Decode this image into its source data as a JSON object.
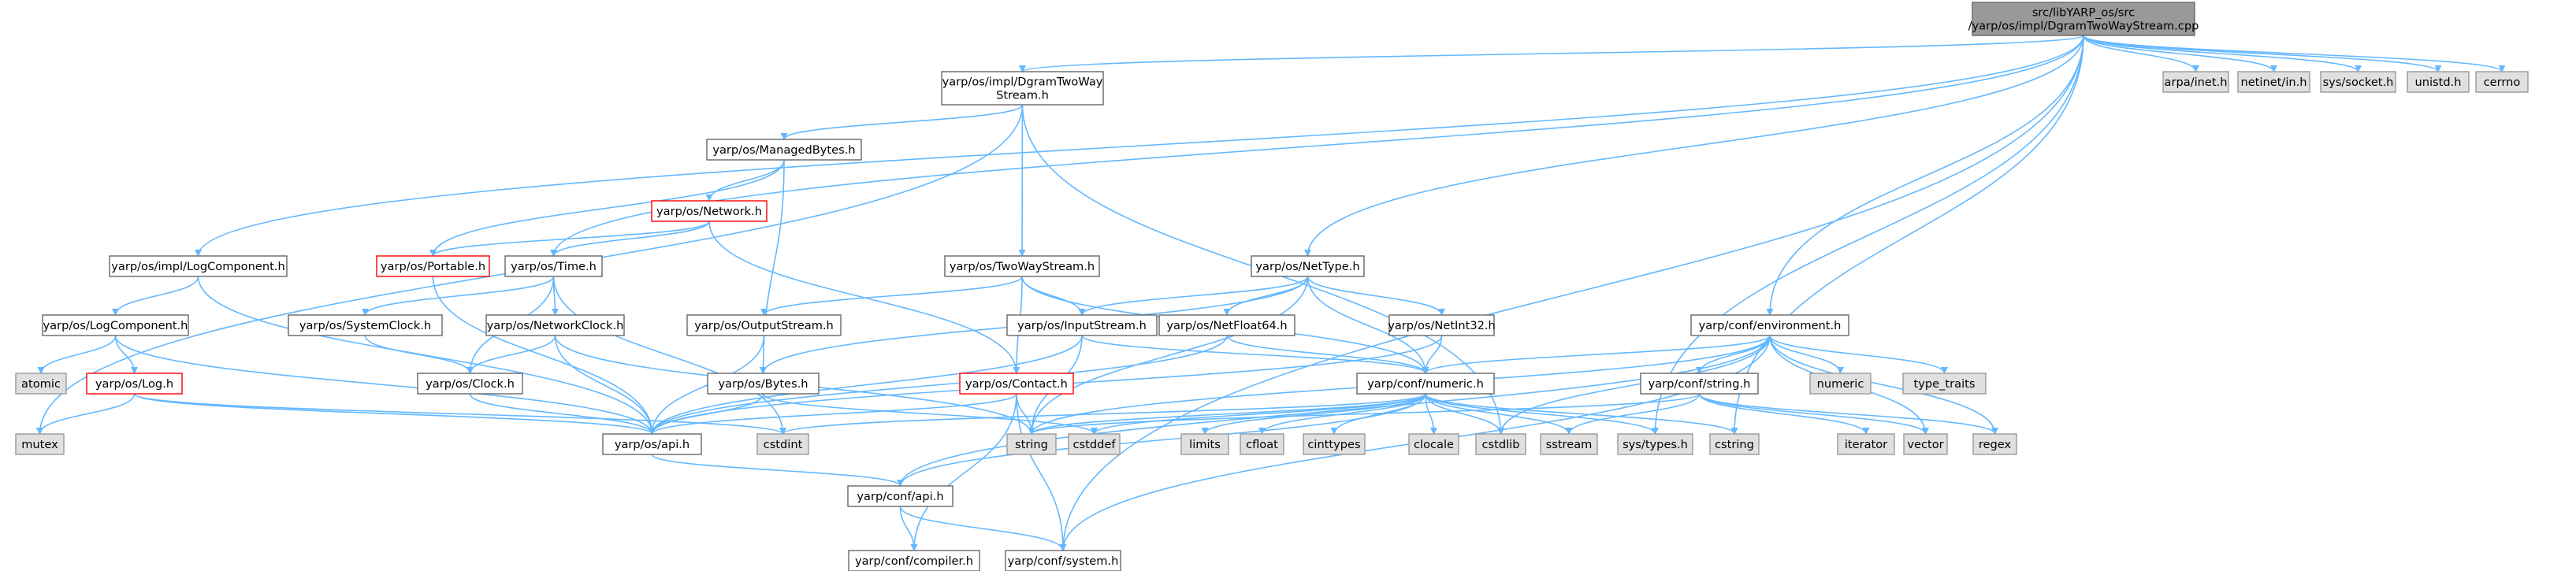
{
  "colors": {
    "edge": "#63b8ff",
    "node_fill": "#ffffff",
    "node_border": "#666666",
    "ext_fill": "#e0e0e0",
    "ext_border": "#999999",
    "root_fill": "#999999",
    "root_border": "#666666",
    "trunc_border": "#ff0000"
  },
  "graph": {
    "nodes": [
      {
        "id": "root",
        "lines": [
          "src/libYARP_os/src",
          "/yarp/os/impl/DgramTwoWayStream.cpp"
        ],
        "kind": "root"
      },
      {
        "id": "dgram_h",
        "lines": [
          "yarp/os/impl/DgramTwoWay",
          "Stream.h"
        ],
        "kind": "file"
      },
      {
        "id": "arpa",
        "lines": [
          "arpa/inet.h"
        ],
        "kind": "ext"
      },
      {
        "id": "netinet",
        "lines": [
          "netinet/in.h"
        ],
        "kind": "ext"
      },
      {
        "id": "syssocket",
        "lines": [
          "sys/socket.h"
        ],
        "kind": "ext"
      },
      {
        "id": "unistd",
        "lines": [
          "unistd.h"
        ],
        "kind": "ext"
      },
      {
        "id": "cerrno",
        "lines": [
          "cerrno"
        ],
        "kind": "ext"
      },
      {
        "id": "managedbytes",
        "lines": [
          "yarp/os/ManagedBytes.h"
        ],
        "kind": "file"
      },
      {
        "id": "network",
        "lines": [
          "yarp/os/Network.h"
        ],
        "kind": "trunc"
      },
      {
        "id": "logcomp_impl",
        "lines": [
          "yarp/os/impl/LogComponent.h"
        ],
        "kind": "file"
      },
      {
        "id": "portable",
        "lines": [
          "yarp/os/Portable.h"
        ],
        "kind": "trunc"
      },
      {
        "id": "time",
        "lines": [
          "yarp/os/Time.h"
        ],
        "kind": "file"
      },
      {
        "id": "twowaystream",
        "lines": [
          "yarp/os/TwoWayStream.h"
        ],
        "kind": "file"
      },
      {
        "id": "nettype",
        "lines": [
          "yarp/os/NetType.h"
        ],
        "kind": "file"
      },
      {
        "id": "logcomp",
        "lines": [
          "yarp/os/LogComponent.h"
        ],
        "kind": "file"
      },
      {
        "id": "sysclock",
        "lines": [
          "yarp/os/SystemClock.h"
        ],
        "kind": "file"
      },
      {
        "id": "netclock",
        "lines": [
          "yarp/os/NetworkClock.h"
        ],
        "kind": "file"
      },
      {
        "id": "outstream",
        "lines": [
          "yarp/os/OutputStream.h"
        ],
        "kind": "file"
      },
      {
        "id": "instream",
        "lines": [
          "yarp/os/InputStream.h"
        ],
        "kind": "file"
      },
      {
        "id": "netfloat64",
        "lines": [
          "yarp/os/NetFloat64.h"
        ],
        "kind": "file"
      },
      {
        "id": "netint32",
        "lines": [
          "yarp/os/NetInt32.h"
        ],
        "kind": "file"
      },
      {
        "id": "env",
        "lines": [
          "yarp/conf/environment.h"
        ],
        "kind": "file"
      },
      {
        "id": "atomic",
        "lines": [
          "atomic"
        ],
        "kind": "ext"
      },
      {
        "id": "log",
        "lines": [
          "yarp/os/Log.h"
        ],
        "kind": "trunc"
      },
      {
        "id": "clock",
        "lines": [
          "yarp/os/Clock.h"
        ],
        "kind": "file"
      },
      {
        "id": "bytes",
        "lines": [
          "yarp/os/Bytes.h"
        ],
        "kind": "file"
      },
      {
        "id": "contact",
        "lines": [
          "yarp/os/Contact.h"
        ],
        "kind": "trunc"
      },
      {
        "id": "numeric",
        "lines": [
          "yarp/conf/numeric.h"
        ],
        "kind": "file"
      },
      {
        "id": "confstring",
        "lines": [
          "yarp/conf/string.h"
        ],
        "kind": "file"
      },
      {
        "id": "numeric_std",
        "lines": [
          "numeric"
        ],
        "kind": "ext"
      },
      {
        "id": "typetraits",
        "lines": [
          "type_traits"
        ],
        "kind": "ext"
      },
      {
        "id": "mutex",
        "lines": [
          "mutex"
        ],
        "kind": "ext"
      },
      {
        "id": "osapi",
        "lines": [
          "yarp/os/api.h"
        ],
        "kind": "file"
      },
      {
        "id": "cstdint",
        "lines": [
          "cstdint"
        ],
        "kind": "ext"
      },
      {
        "id": "string",
        "lines": [
          "string"
        ],
        "kind": "ext"
      },
      {
        "id": "cstddef",
        "lines": [
          "cstddef"
        ],
        "kind": "ext"
      },
      {
        "id": "limits",
        "lines": [
          "limits"
        ],
        "kind": "ext"
      },
      {
        "id": "cfloat",
        "lines": [
          "cfloat"
        ],
        "kind": "ext"
      },
      {
        "id": "cinttypes",
        "lines": [
          "cinttypes"
        ],
        "kind": "ext"
      },
      {
        "id": "clocale",
        "lines": [
          "clocale"
        ],
        "kind": "ext"
      },
      {
        "id": "cstdlib",
        "lines": [
          "cstdlib"
        ],
        "kind": "ext"
      },
      {
        "id": "sstream",
        "lines": [
          "sstream"
        ],
        "kind": "ext"
      },
      {
        "id": "systypes",
        "lines": [
          "sys/types.h"
        ],
        "kind": "ext"
      },
      {
        "id": "cstring",
        "lines": [
          "cstring"
        ],
        "kind": "ext"
      },
      {
        "id": "iterator",
        "lines": [
          "iterator"
        ],
        "kind": "ext"
      },
      {
        "id": "vector",
        "lines": [
          "vector"
        ],
        "kind": "ext"
      },
      {
        "id": "regex",
        "lines": [
          "regex"
        ],
        "kind": "ext"
      },
      {
        "id": "confapi",
        "lines": [
          "yarp/conf/api.h"
        ],
        "kind": "file"
      },
      {
        "id": "compiler",
        "lines": [
          "yarp/conf/compiler.h"
        ],
        "kind": "file"
      },
      {
        "id": "system",
        "lines": [
          "yarp/conf/system.h"
        ],
        "kind": "file"
      }
    ],
    "edges": [
      [
        "root",
        "dgram_h"
      ],
      [
        "root",
        "arpa"
      ],
      [
        "root",
        "netinet"
      ],
      [
        "root",
        "syssocket"
      ],
      [
        "root",
        "unistd"
      ],
      [
        "root",
        "cerrno"
      ],
      [
        "root",
        "logcomp_impl"
      ],
      [
        "root",
        "time"
      ],
      [
        "root",
        "nettype"
      ],
      [
        "root",
        "env"
      ],
      [
        "root",
        "systypes"
      ],
      [
        "root",
        "system"
      ],
      [
        "root",
        "cstring"
      ],
      [
        "dgram_h",
        "managedbytes"
      ],
      [
        "dgram_h",
        "twowaystream"
      ],
      [
        "dgram_h",
        "mutex"
      ],
      [
        "dgram_h",
        "cstdlib"
      ],
      [
        "managedbytes",
        "network"
      ],
      [
        "managedbytes",
        "portable"
      ],
      [
        "managedbytes",
        "bytes"
      ],
      [
        "network",
        "portable"
      ],
      [
        "network",
        "time"
      ],
      [
        "network",
        "contact"
      ],
      [
        "logcomp_impl",
        "logcomp"
      ],
      [
        "logcomp_impl",
        "osapi"
      ],
      [
        "portable",
        "osapi"
      ],
      [
        "time",
        "sysclock"
      ],
      [
        "time",
        "netclock"
      ],
      [
        "time",
        "clock"
      ],
      [
        "time",
        "cstdint"
      ],
      [
        "twowaystream",
        "outstream"
      ],
      [
        "twowaystream",
        "instream"
      ],
      [
        "twowaystream",
        "contact"
      ],
      [
        "twowaystream",
        "numeric"
      ],
      [
        "nettype",
        "bytes"
      ],
      [
        "nettype",
        "instream"
      ],
      [
        "nettype",
        "netfloat64"
      ],
      [
        "nettype",
        "netint32"
      ],
      [
        "nettype",
        "string"
      ],
      [
        "nettype",
        "numeric"
      ],
      [
        "logcomp",
        "atomic"
      ],
      [
        "logcomp",
        "log"
      ],
      [
        "logcomp",
        "osapi"
      ],
      [
        "sysclock",
        "clock"
      ],
      [
        "netclock",
        "clock"
      ],
      [
        "netclock",
        "osapi"
      ],
      [
        "netclock",
        "string"
      ],
      [
        "outstream",
        "osapi"
      ],
      [
        "instream",
        "osapi"
      ],
      [
        "instream",
        "numeric"
      ],
      [
        "instream",
        "string"
      ],
      [
        "netfloat64",
        "numeric"
      ],
      [
        "netfloat64",
        "osapi"
      ],
      [
        "netint32",
        "numeric"
      ],
      [
        "netint32",
        "osapi"
      ],
      [
        "env",
        "numeric"
      ],
      [
        "env",
        "confstring"
      ],
      [
        "env",
        "numeric_std"
      ],
      [
        "env",
        "typetraits"
      ],
      [
        "env",
        "string"
      ],
      [
        "env",
        "cstdlib"
      ],
      [
        "env",
        "vector"
      ],
      [
        "env",
        "system"
      ],
      [
        "env",
        "regex"
      ],
      [
        "env",
        "confapi"
      ],
      [
        "log",
        "osapi"
      ],
      [
        "log",
        "cstdint"
      ],
      [
        "log",
        "mutex"
      ],
      [
        "clock",
        "osapi"
      ],
      [
        "bytes",
        "osapi"
      ],
      [
        "bytes",
        "cstddef"
      ],
      [
        "contact",
        "osapi"
      ],
      [
        "contact",
        "string"
      ],
      [
        "contact",
        "compiler"
      ],
      [
        "contact",
        "system"
      ],
      [
        "numeric",
        "confapi"
      ],
      [
        "numeric",
        "string"
      ],
      [
        "numeric",
        "cstddef"
      ],
      [
        "numeric",
        "cstdint"
      ],
      [
        "numeric",
        "limits"
      ],
      [
        "numeric",
        "cfloat"
      ],
      [
        "numeric",
        "cinttypes"
      ],
      [
        "numeric",
        "clocale"
      ],
      [
        "numeric",
        "cstdlib"
      ],
      [
        "numeric",
        "sstream"
      ],
      [
        "numeric",
        "systypes"
      ],
      [
        "numeric",
        "cstring"
      ],
      [
        "confstring",
        "string"
      ],
      [
        "confstring",
        "sstream"
      ],
      [
        "confstring",
        "iterator"
      ],
      [
        "confstring",
        "vector"
      ],
      [
        "confstring",
        "regex"
      ],
      [
        "osapi",
        "confapi"
      ],
      [
        "confapi",
        "compiler"
      ],
      [
        "confapi",
        "system"
      ]
    ]
  }
}
